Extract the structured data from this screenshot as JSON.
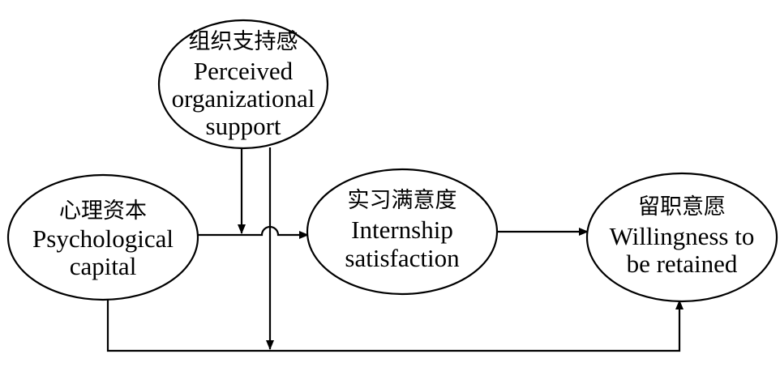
{
  "diagram": {
    "nodes": {
      "pos": {
        "cn": "组织支持感",
        "en_lines": [
          "Perceived",
          "organizational",
          "support"
        ]
      },
      "psy": {
        "cn": "心理资本",
        "en_lines": [
          "Psychological",
          "capital"
        ]
      },
      "sat": {
        "cn": "实习满意度",
        "en_lines": [
          "Internship",
          "satisfaction"
        ]
      },
      "ret": {
        "cn": "留职意愿",
        "en_lines": [
          "Willingness to",
          "be retained"
        ]
      }
    },
    "edges": [
      {
        "from": "psy",
        "to": "sat"
      },
      {
        "from": "sat",
        "to": "ret"
      },
      {
        "from": "psy",
        "to": "ret"
      },
      {
        "from": "pos",
        "to": "psy-sat-path",
        "type": "moderation"
      },
      {
        "from": "pos",
        "to": "psy-ret-path",
        "type": "moderation"
      }
    ]
  }
}
